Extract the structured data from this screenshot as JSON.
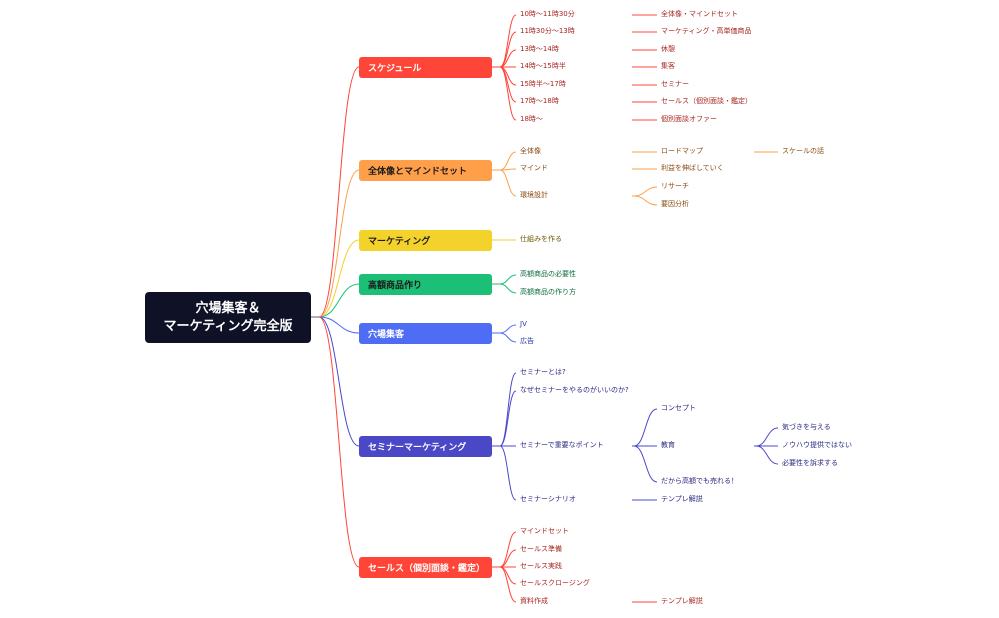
{
  "root": {
    "line1": "穴場集客＆",
    "line2": "マーケティング完全版",
    "color": "#0f1127"
  },
  "branches": [
    {
      "id": "schedule",
      "label": "スケジュール",
      "color": "#ff4438",
      "text_color": "#ffffff",
      "node_color": "#a8251f",
      "nodes": [
        {
          "label": "10時〜11時30分",
          "children": [
            {
              "label": "全体像・マインドセット"
            }
          ]
        },
        {
          "label": "11時30分〜13時",
          "children": [
            {
              "label": "マーケティング・高単価商品"
            }
          ]
        },
        {
          "label": "13時〜14時",
          "children": [
            {
              "label": "休憩"
            }
          ]
        },
        {
          "label": "14時〜15時半",
          "children": [
            {
              "label": "集客"
            }
          ]
        },
        {
          "label": "15時半〜17時",
          "children": [
            {
              "label": "セミナー"
            }
          ]
        },
        {
          "label": "17時〜18時",
          "children": [
            {
              "label": "セールス（個別面談・鑑定）"
            }
          ]
        },
        {
          "label": "18時〜",
          "children": [
            {
              "label": "個別面談オファー"
            }
          ]
        }
      ]
    },
    {
      "id": "mindset",
      "label": "全体像とマインドセット",
      "color": "#ff9f4a",
      "text_color": "#1a1a1a",
      "node_color": "#8a4a12",
      "nodes": [
        {
          "label": "全体像",
          "children": [
            {
              "label": "ロードマップ",
              "children": [
                {
                  "label": "スケールの話"
                }
              ]
            }
          ]
        },
        {
          "label": "マインド",
          "children": [
            {
              "label": "利益を伸ばしていく"
            }
          ]
        },
        {
          "label": "環境設計",
          "children": [
            {
              "label": "リサーチ"
            },
            {
              "label": "要因分析"
            }
          ]
        }
      ]
    },
    {
      "id": "marketing",
      "label": "マーケティング",
      "color": "#f2d22b",
      "text_color": "#1a1a1a",
      "node_color": "#6b5b00",
      "nodes": [
        {
          "label": "仕組みを作る"
        }
      ]
    },
    {
      "id": "product",
      "label": "高額商品作り",
      "color": "#1bbf75",
      "text_color": "#1a1a1a",
      "node_color": "#0b6b3e",
      "nodes": [
        {
          "label": "高額商品の必要性"
        },
        {
          "label": "高額商品の作り方"
        }
      ]
    },
    {
      "id": "attract",
      "label": "穴場集客",
      "color": "#4f6cf5",
      "text_color": "#ffffff",
      "node_color": "#2436a0",
      "nodes": [
        {
          "label": "JV"
        },
        {
          "label": "広告"
        }
      ]
    },
    {
      "id": "seminar",
      "label": "セミナーマーケティング",
      "color": "#4b48c8",
      "text_color": "#ffffff",
      "node_color": "#2a2880",
      "nodes": [
        {
          "label": "セミナーとは?"
        },
        {
          "label": "なぜセミナーをやるのがいいのか?"
        },
        {
          "label": "セミナーで重要なポイント",
          "children": [
            {
              "label": "コンセプト"
            },
            {
              "label": "教育",
              "children": [
                {
                  "label": "気づきを与える"
                },
                {
                  "label": "ノウハウ提供ではない"
                },
                {
                  "label": "必要性を訴求する"
                }
              ]
            },
            {
              "label": "だから高額でも売れる！"
            }
          ]
        },
        {
          "label": "セミナーシナリオ",
          "children": [
            {
              "label": "テンプレ解説"
            }
          ]
        }
      ]
    },
    {
      "id": "sales",
      "label": "セールス（個別面談・鑑定）",
      "color": "#ff4438",
      "text_color": "#ffffff",
      "node_color": "#a8251f",
      "nodes": [
        {
          "label": "マインドセット"
        },
        {
          "label": "セールス準備"
        },
        {
          "label": "セールス実践"
        },
        {
          "label": "セールスクロージング"
        },
        {
          "label": "資料作成",
          "children": [
            {
              "label": "テンプレ解説"
            }
          ]
        }
      ]
    }
  ]
}
